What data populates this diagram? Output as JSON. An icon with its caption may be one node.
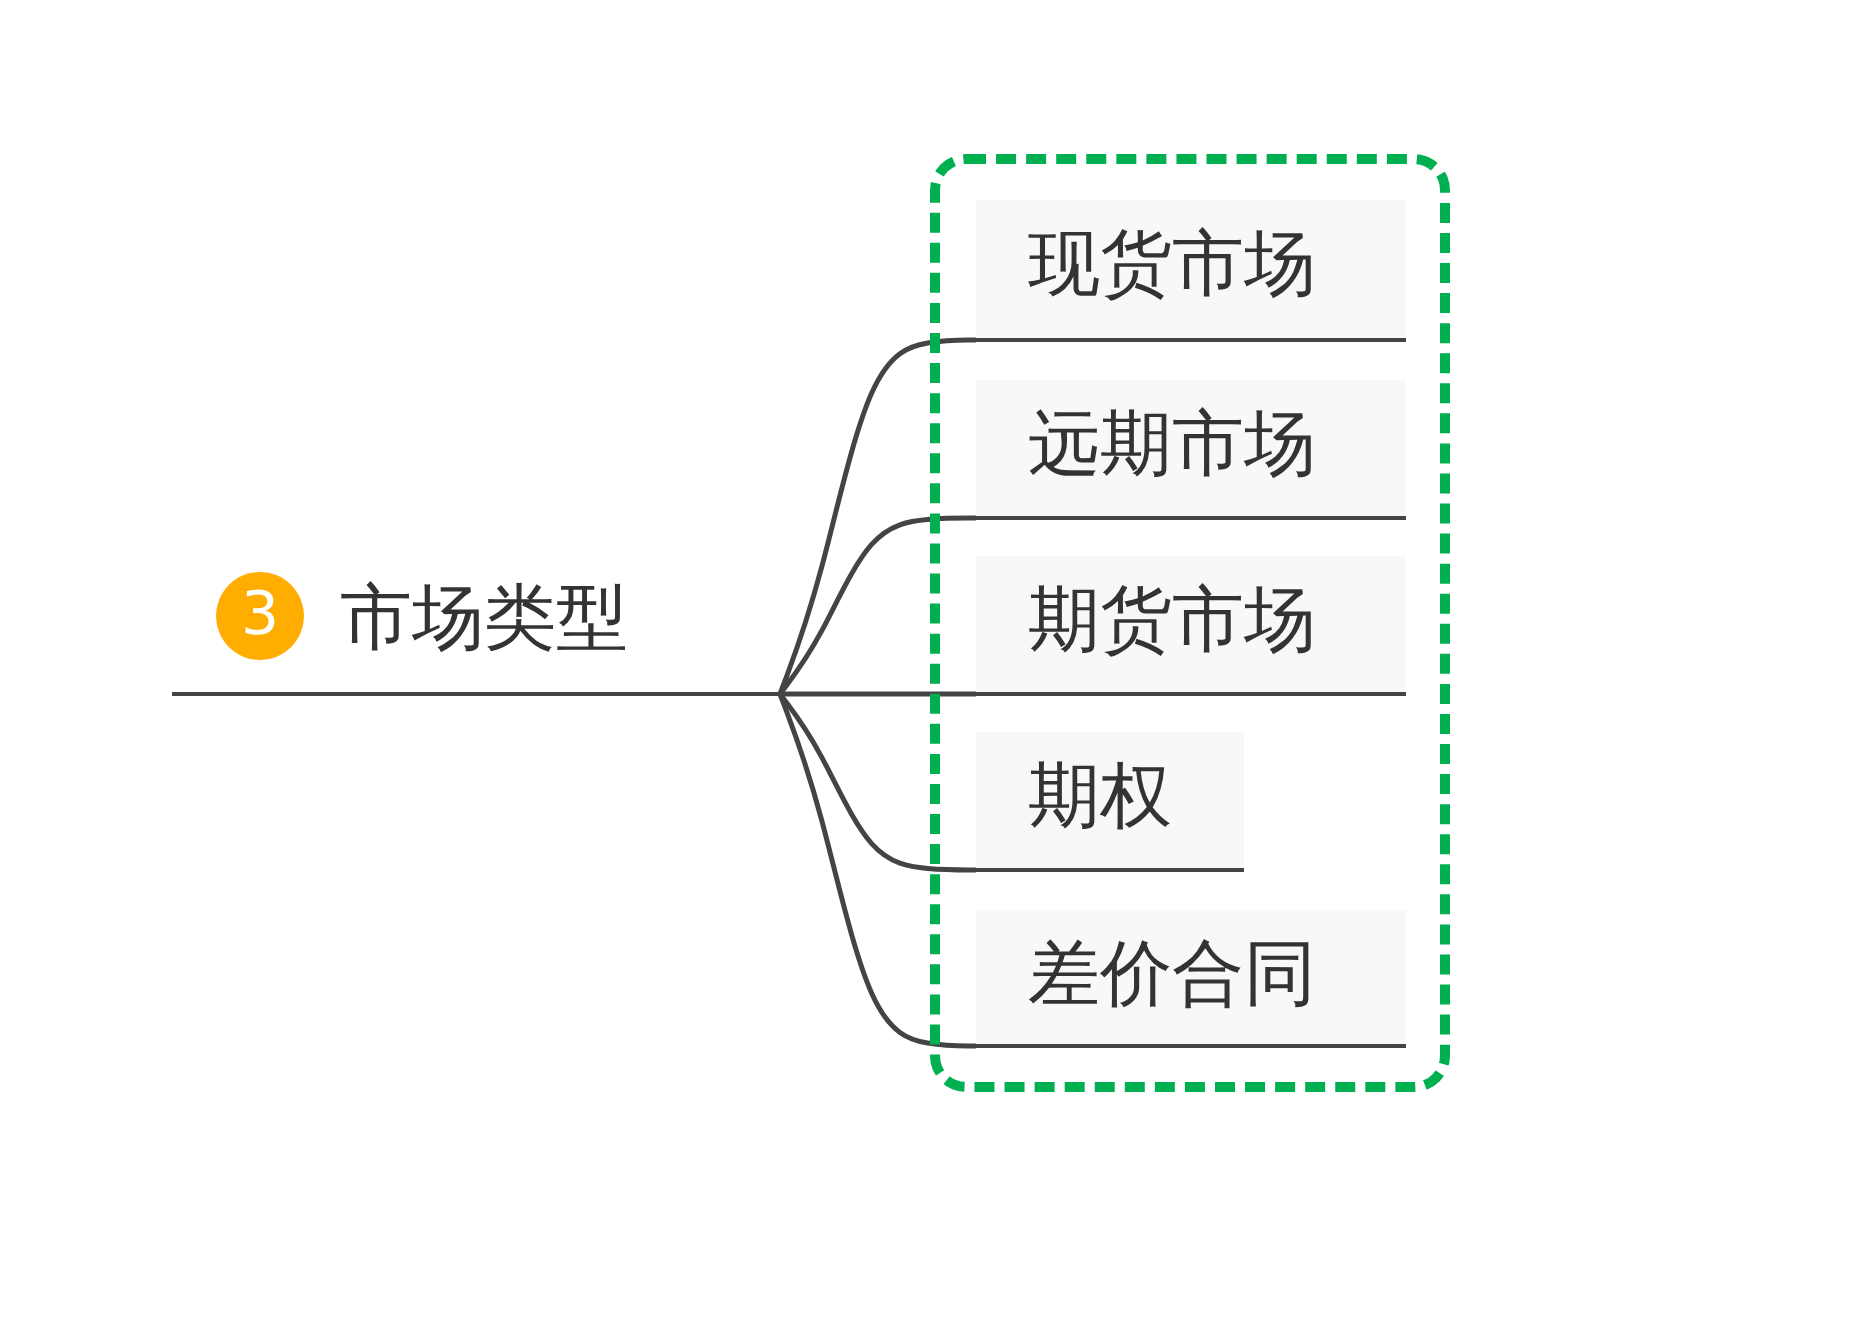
{
  "diagram": {
    "nodes": [
      {
        "text": [
          "3",
          "市场类型"
        ]
      },
      {
        "text": [],
        "shape": "box"
      },
      {
        "text": [
          "现货市场"
        ],
        "in": 1
      },
      {
        "text": [
          "远期市场"
        ],
        "in": 1
      },
      {
        "text": [
          "期货市场"
        ],
        "in": 1
      },
      {
        "text": [
          "期权"
        ],
        "in": 1
      },
      {
        "text": [
          "差价合同"
        ],
        "in": 1
      }
    ],
    "edges": [
      {
        "from": 0,
        "to": 2,
        "arrow": "none"
      },
      {
        "from": 0,
        "to": 3,
        "arrow": "none"
      },
      {
        "from": 0,
        "to": 4,
        "arrow": "none"
      },
      {
        "from": 0,
        "to": 5,
        "arrow": "none"
      },
      {
        "from": 0,
        "to": 6,
        "arrow": "none"
      }
    ]
  }
}
